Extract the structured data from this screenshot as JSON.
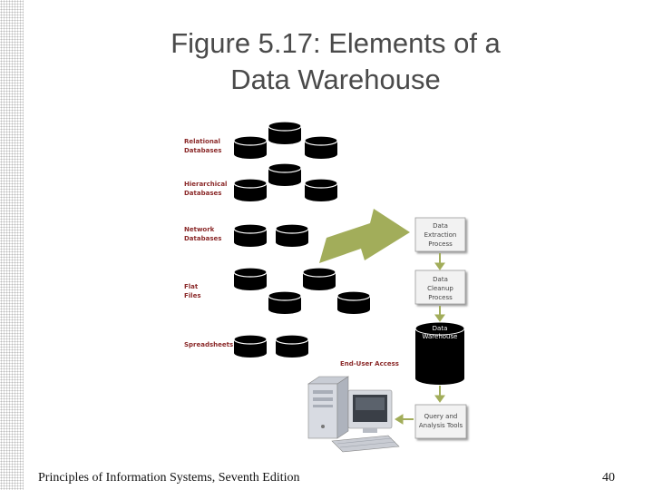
{
  "title": {
    "line1": "Figure 5.17: Elements of a",
    "line2": "Data Warehouse"
  },
  "footer": {
    "source": "Principles of Information Systems, Seventh Edition",
    "page": "40"
  },
  "sources": {
    "relational": [
      "Relational",
      "Databases"
    ],
    "hierarchical": [
      "Hierarchical",
      "Databases"
    ],
    "network": [
      "Network",
      "Databases"
    ],
    "flat": [
      "Flat",
      "Files"
    ],
    "spreadsheets": [
      "Spreadsheets"
    ]
  },
  "process_boxes": {
    "extraction": [
      "Data",
      "Extraction",
      "Process"
    ],
    "cleanup": [
      "Data",
      "Cleanup",
      "Process"
    ],
    "query": [
      "Query and",
      "Analysis Tools"
    ]
  },
  "warehouse": [
    "Data",
    "Warehouse"
  ],
  "end_user_access": "End-User Access",
  "colors": {
    "arrow_green": "#a2ad5a",
    "label_red": "#8b2a2a",
    "box_fill": "#f2f2f2",
    "cylinder": "#000000"
  }
}
